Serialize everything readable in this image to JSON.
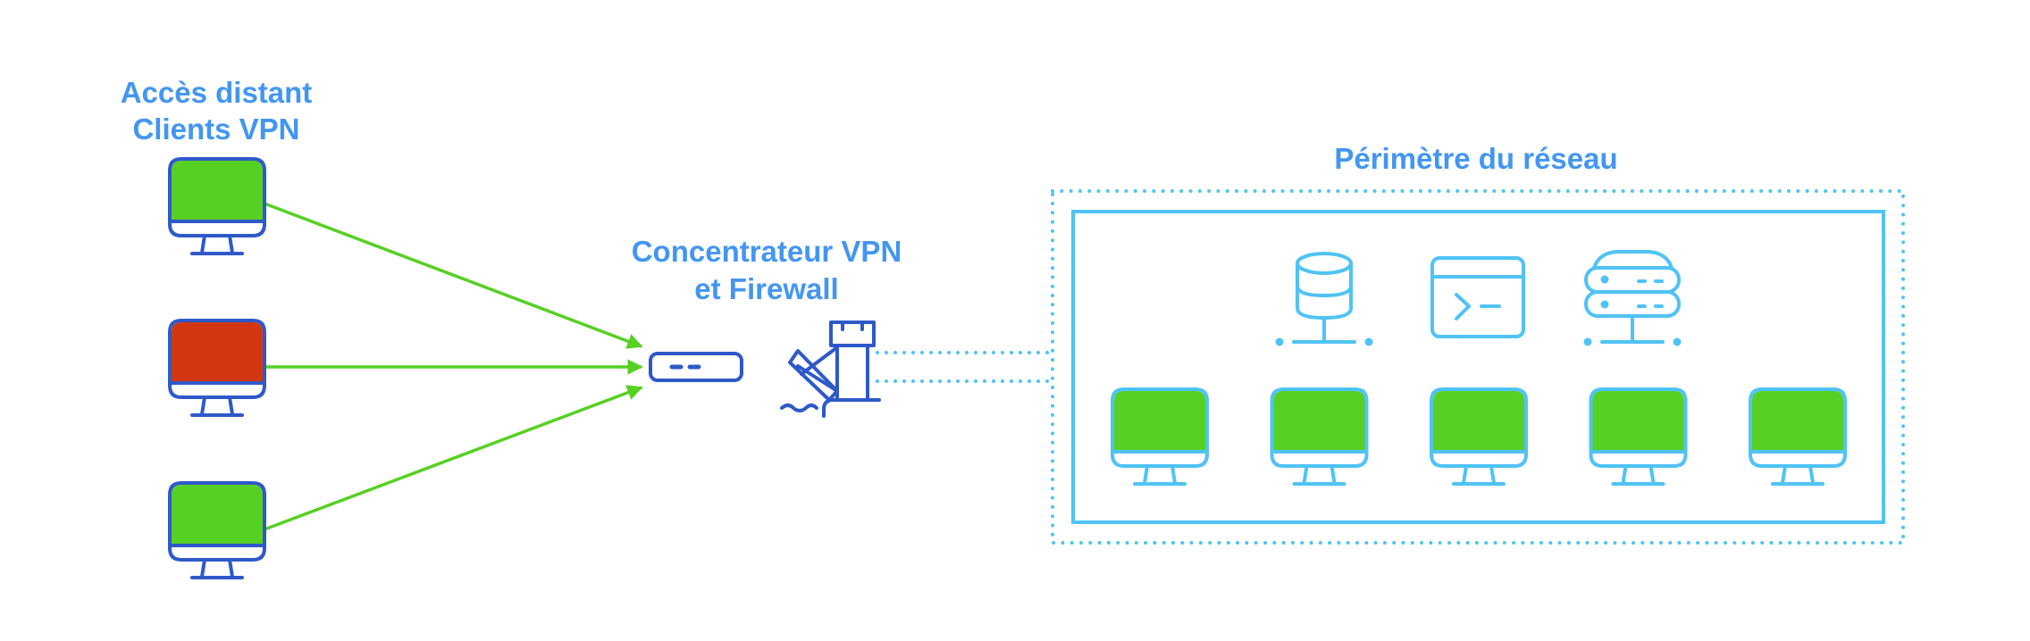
{
  "colors": {
    "label": "#4396F0",
    "client_stroke": "#2E59C9",
    "network_stroke": "#4FC3F5",
    "screen_ok": "#57D024",
    "screen_alert": "#D23712",
    "arrow": "#57D024"
  },
  "labels": {
    "remote_access_line1": "Accès distant",
    "remote_access_line2": "Clients VPN",
    "concentrator_line1": "Concentrateur VPN",
    "concentrator_line2": "et Firewall",
    "perimeter": "Périmètre du réseau"
  },
  "remote_clients": [
    {
      "name": "client-1",
      "status": "ok"
    },
    {
      "name": "client-2",
      "status": "alert"
    },
    {
      "name": "client-3",
      "status": "ok"
    }
  ],
  "network_services": [
    {
      "icon": "database-icon"
    },
    {
      "icon": "terminal-icon"
    },
    {
      "icon": "server-icon"
    }
  ],
  "network_workstations": [
    {
      "status": "ok"
    },
    {
      "status": "ok"
    },
    {
      "status": "ok"
    },
    {
      "status": "ok"
    },
    {
      "status": "ok"
    }
  ],
  "connections": [
    {
      "from": "client-1",
      "to": "vpn-concentrator"
    },
    {
      "from": "client-2",
      "to": "vpn-concentrator"
    },
    {
      "from": "client-3",
      "to": "vpn-concentrator"
    },
    {
      "from": "firewall",
      "to": "network-perimeter",
      "style": "dotted"
    },
    {
      "from": "firewall",
      "to": "network-perimeter",
      "style": "dotted"
    }
  ]
}
